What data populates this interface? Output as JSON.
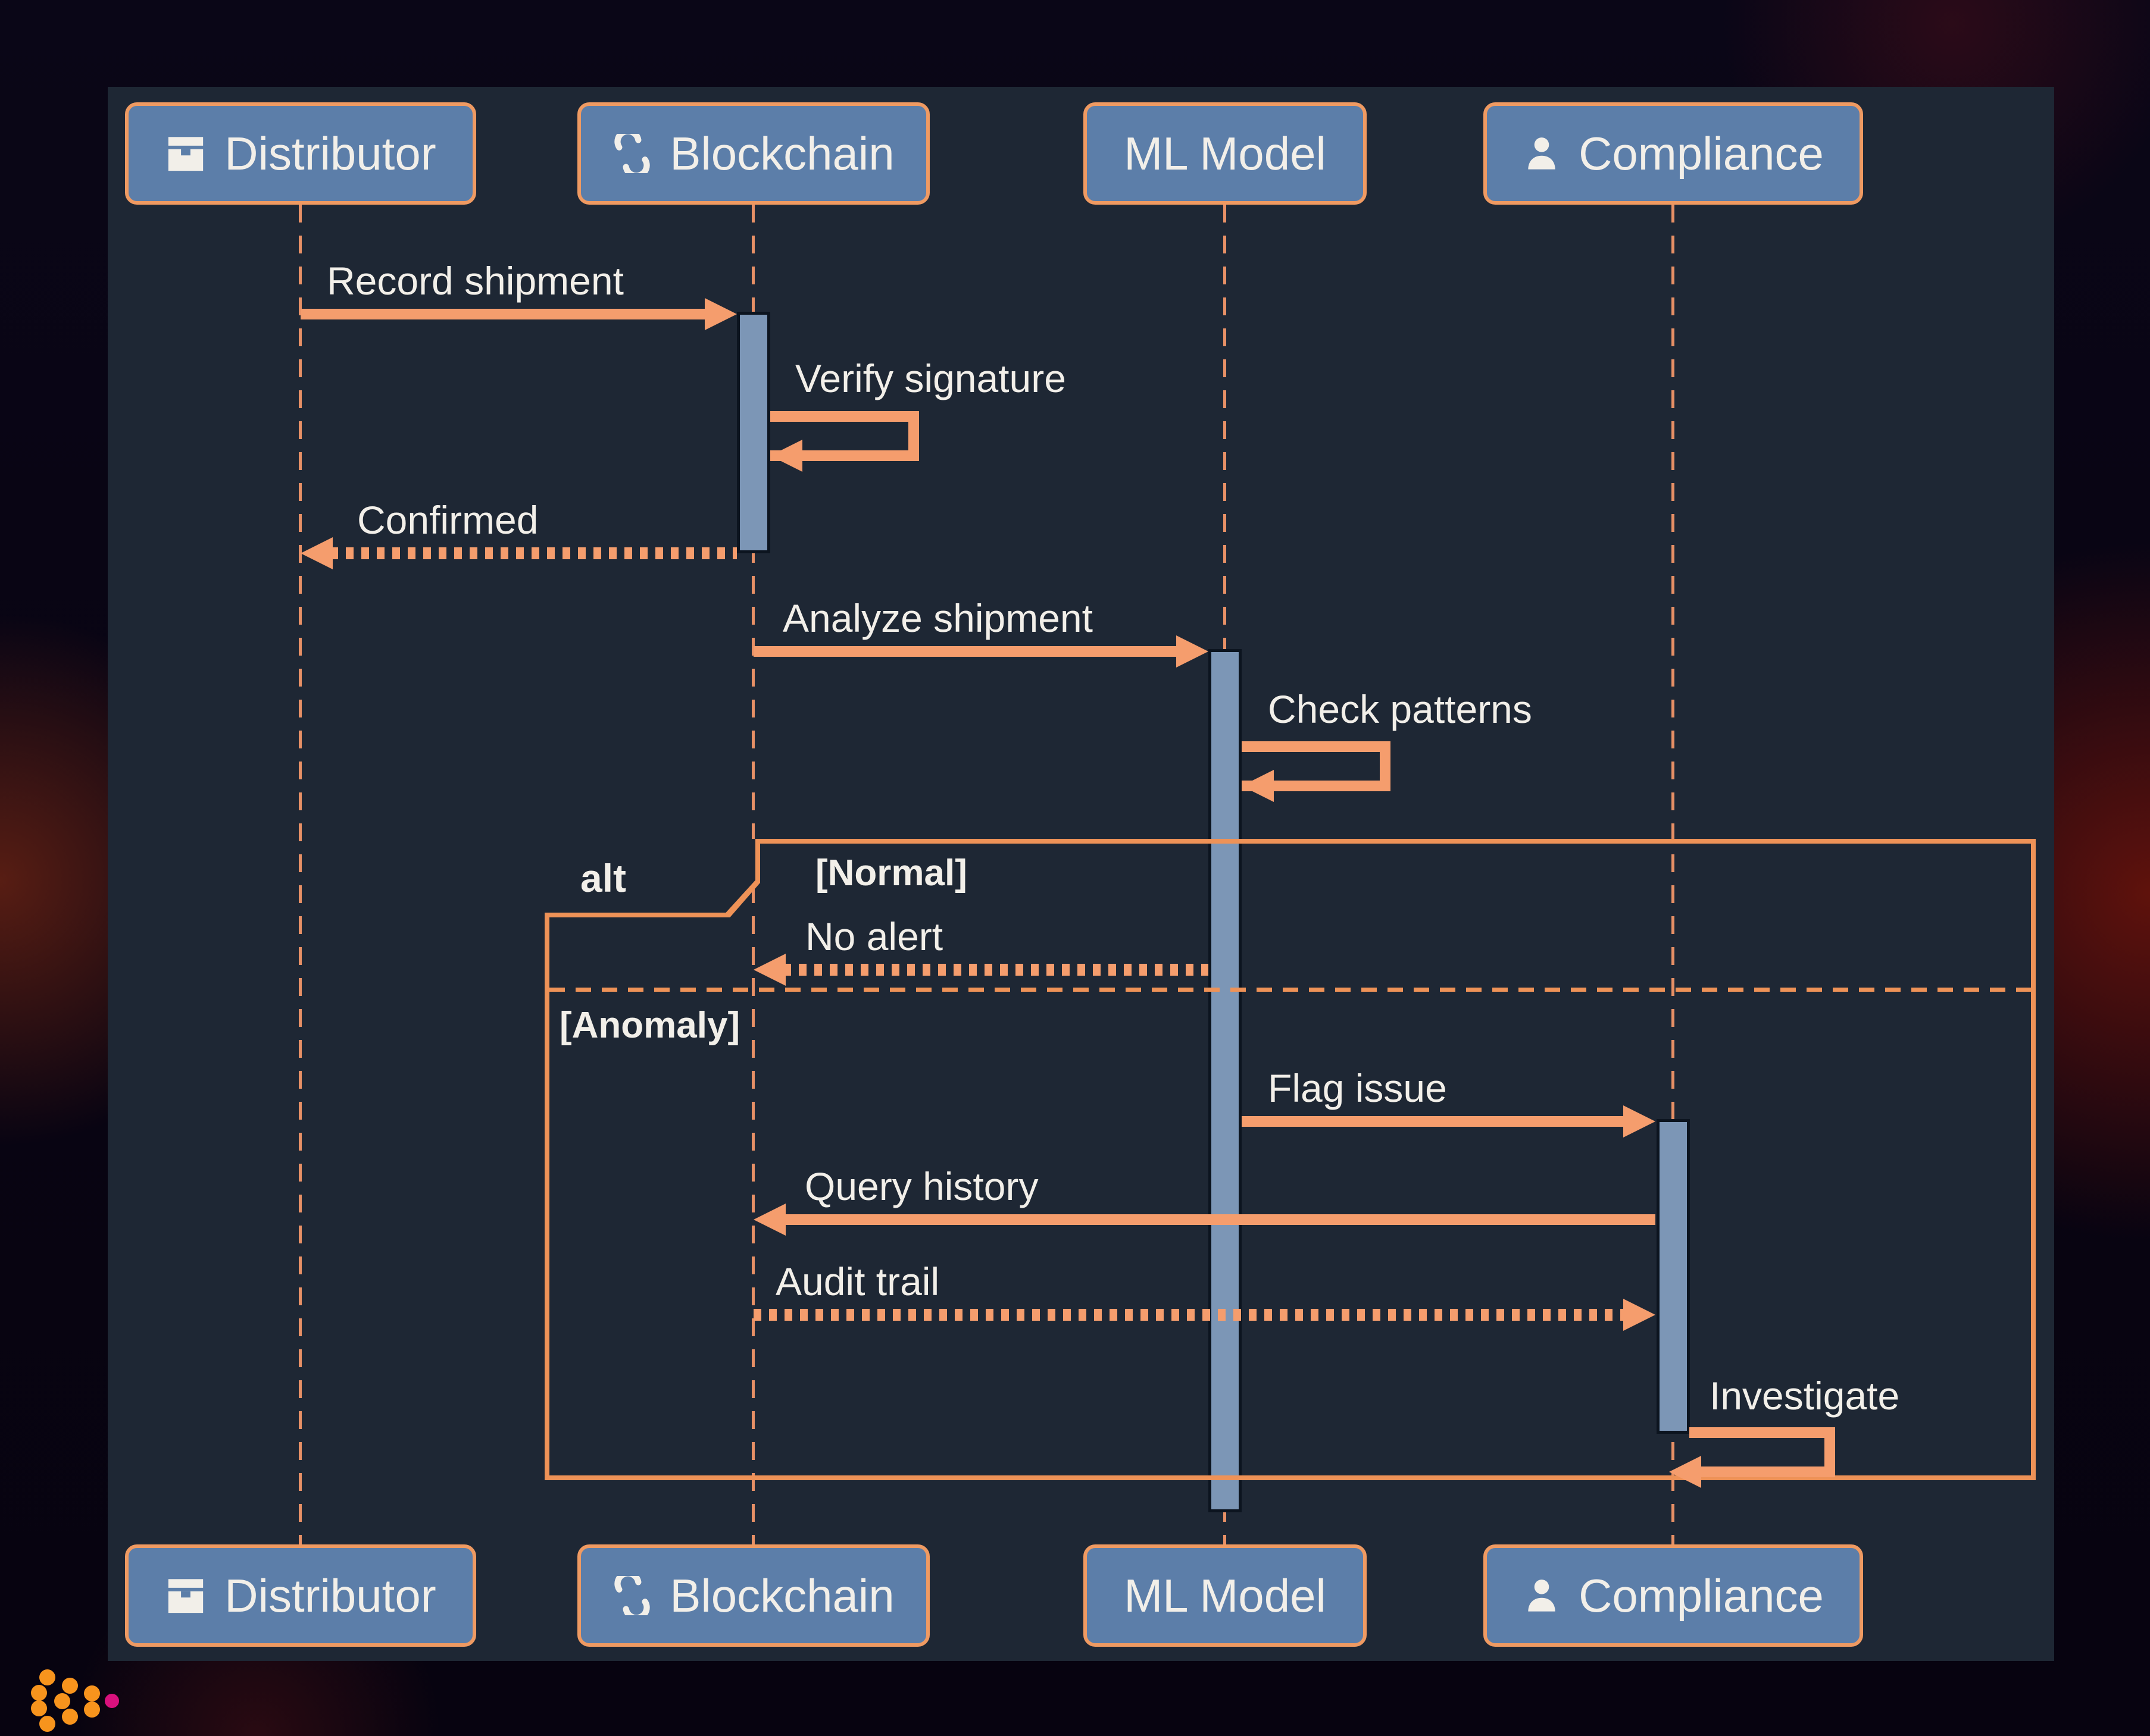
{
  "colors": {
    "panel_bg": "#1e2734",
    "arrow": "#f59d6d",
    "frame_border": "#ee9257",
    "actor_fill": "#5c7ea9",
    "actor_border": "#ef9a62",
    "activation_fill": "#7c96b6",
    "text": "#f2efe9",
    "logo_orange": "#f7941d",
    "logo_pink": "#d9117d"
  },
  "diagram": {
    "actors": [
      {
        "label": "Distributor",
        "icon": "box-icon"
      },
      {
        "label": "Blockchain",
        "icon": "link-icon"
      },
      {
        "label": "ML Model",
        "icon": ""
      },
      {
        "label": "Compliance",
        "icon": "person-icon"
      }
    ],
    "messages": [
      {
        "from": "Distributor",
        "to": "Blockchain",
        "label": "Record shipment",
        "line": "solid"
      },
      {
        "from": "Blockchain",
        "to": "Blockchain",
        "label": "Verify signature",
        "line": "self"
      },
      {
        "from": "Blockchain",
        "to": "Distributor",
        "label": "Confirmed",
        "line": "dotted"
      },
      {
        "from": "Blockchain",
        "to": "ML Model",
        "label": "Analyze shipment",
        "line": "solid"
      },
      {
        "from": "ML Model",
        "to": "ML Model",
        "label": "Check patterns",
        "line": "self"
      },
      {
        "from": "ML Model",
        "to": "Blockchain",
        "label": "No alert",
        "line": "dotted"
      },
      {
        "from": "ML Model",
        "to": "Compliance",
        "label": "Flag issue",
        "line": "solid"
      },
      {
        "from": "Compliance",
        "to": "Blockchain",
        "label": "Query history",
        "line": "solid"
      },
      {
        "from": "Blockchain",
        "to": "Compliance",
        "label": "Audit trail",
        "line": "dotted"
      },
      {
        "from": "Compliance",
        "to": "Compliance",
        "label": "Investigate",
        "line": "self"
      }
    ],
    "alt_frame": {
      "operator": "alt",
      "branches": [
        {
          "condition": "[Normal]"
        },
        {
          "condition": "[Anomaly]"
        }
      ]
    }
  }
}
